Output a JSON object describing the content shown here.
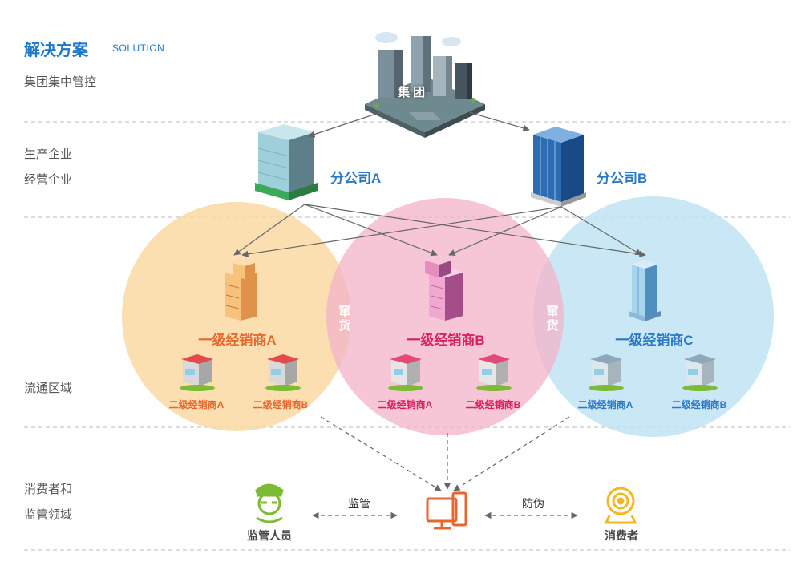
{
  "header": {
    "title": "解决方案",
    "subtitle": "SOLUTION"
  },
  "bands": {
    "group_control": "集团集中管控",
    "enterprises": [
      "生产企业",
      "经营企业"
    ],
    "circulation": "流通区域",
    "consumers": [
      "消费者和",
      "监管领域"
    ]
  },
  "group": {
    "label": "集 团"
  },
  "subsidiaries": [
    "分公司A",
    "分公司B"
  ],
  "distributors": [
    {
      "name": "一级经销商A",
      "color": "#e8662e",
      "subs": [
        "二级经销商A",
        "二级经销商B"
      ]
    },
    {
      "name": "一级经销商B",
      "color": "#d81e5b",
      "subs": [
        "二级经销商A",
        "二级经销商B"
      ]
    },
    {
      "name": "一级经销商C",
      "color": "#2a79c4",
      "subs": [
        "二级经销商A",
        "二级经销商B"
      ]
    }
  ],
  "cross_region": [
    "窜货",
    "窜货"
  ],
  "bottom": {
    "supervisor": "监管人员",
    "supervise": "监管",
    "anti_fake": "防伪",
    "consumer": "消费者"
  },
  "colors": {
    "accent": "#1e78c8",
    "circle_a": "#fbd9a3",
    "circle_b": "#f3b3c8",
    "circle_c": "#bfe3f3",
    "orange": "#e8662e",
    "green": "#7cbb34",
    "gold": "#f2b81d"
  }
}
